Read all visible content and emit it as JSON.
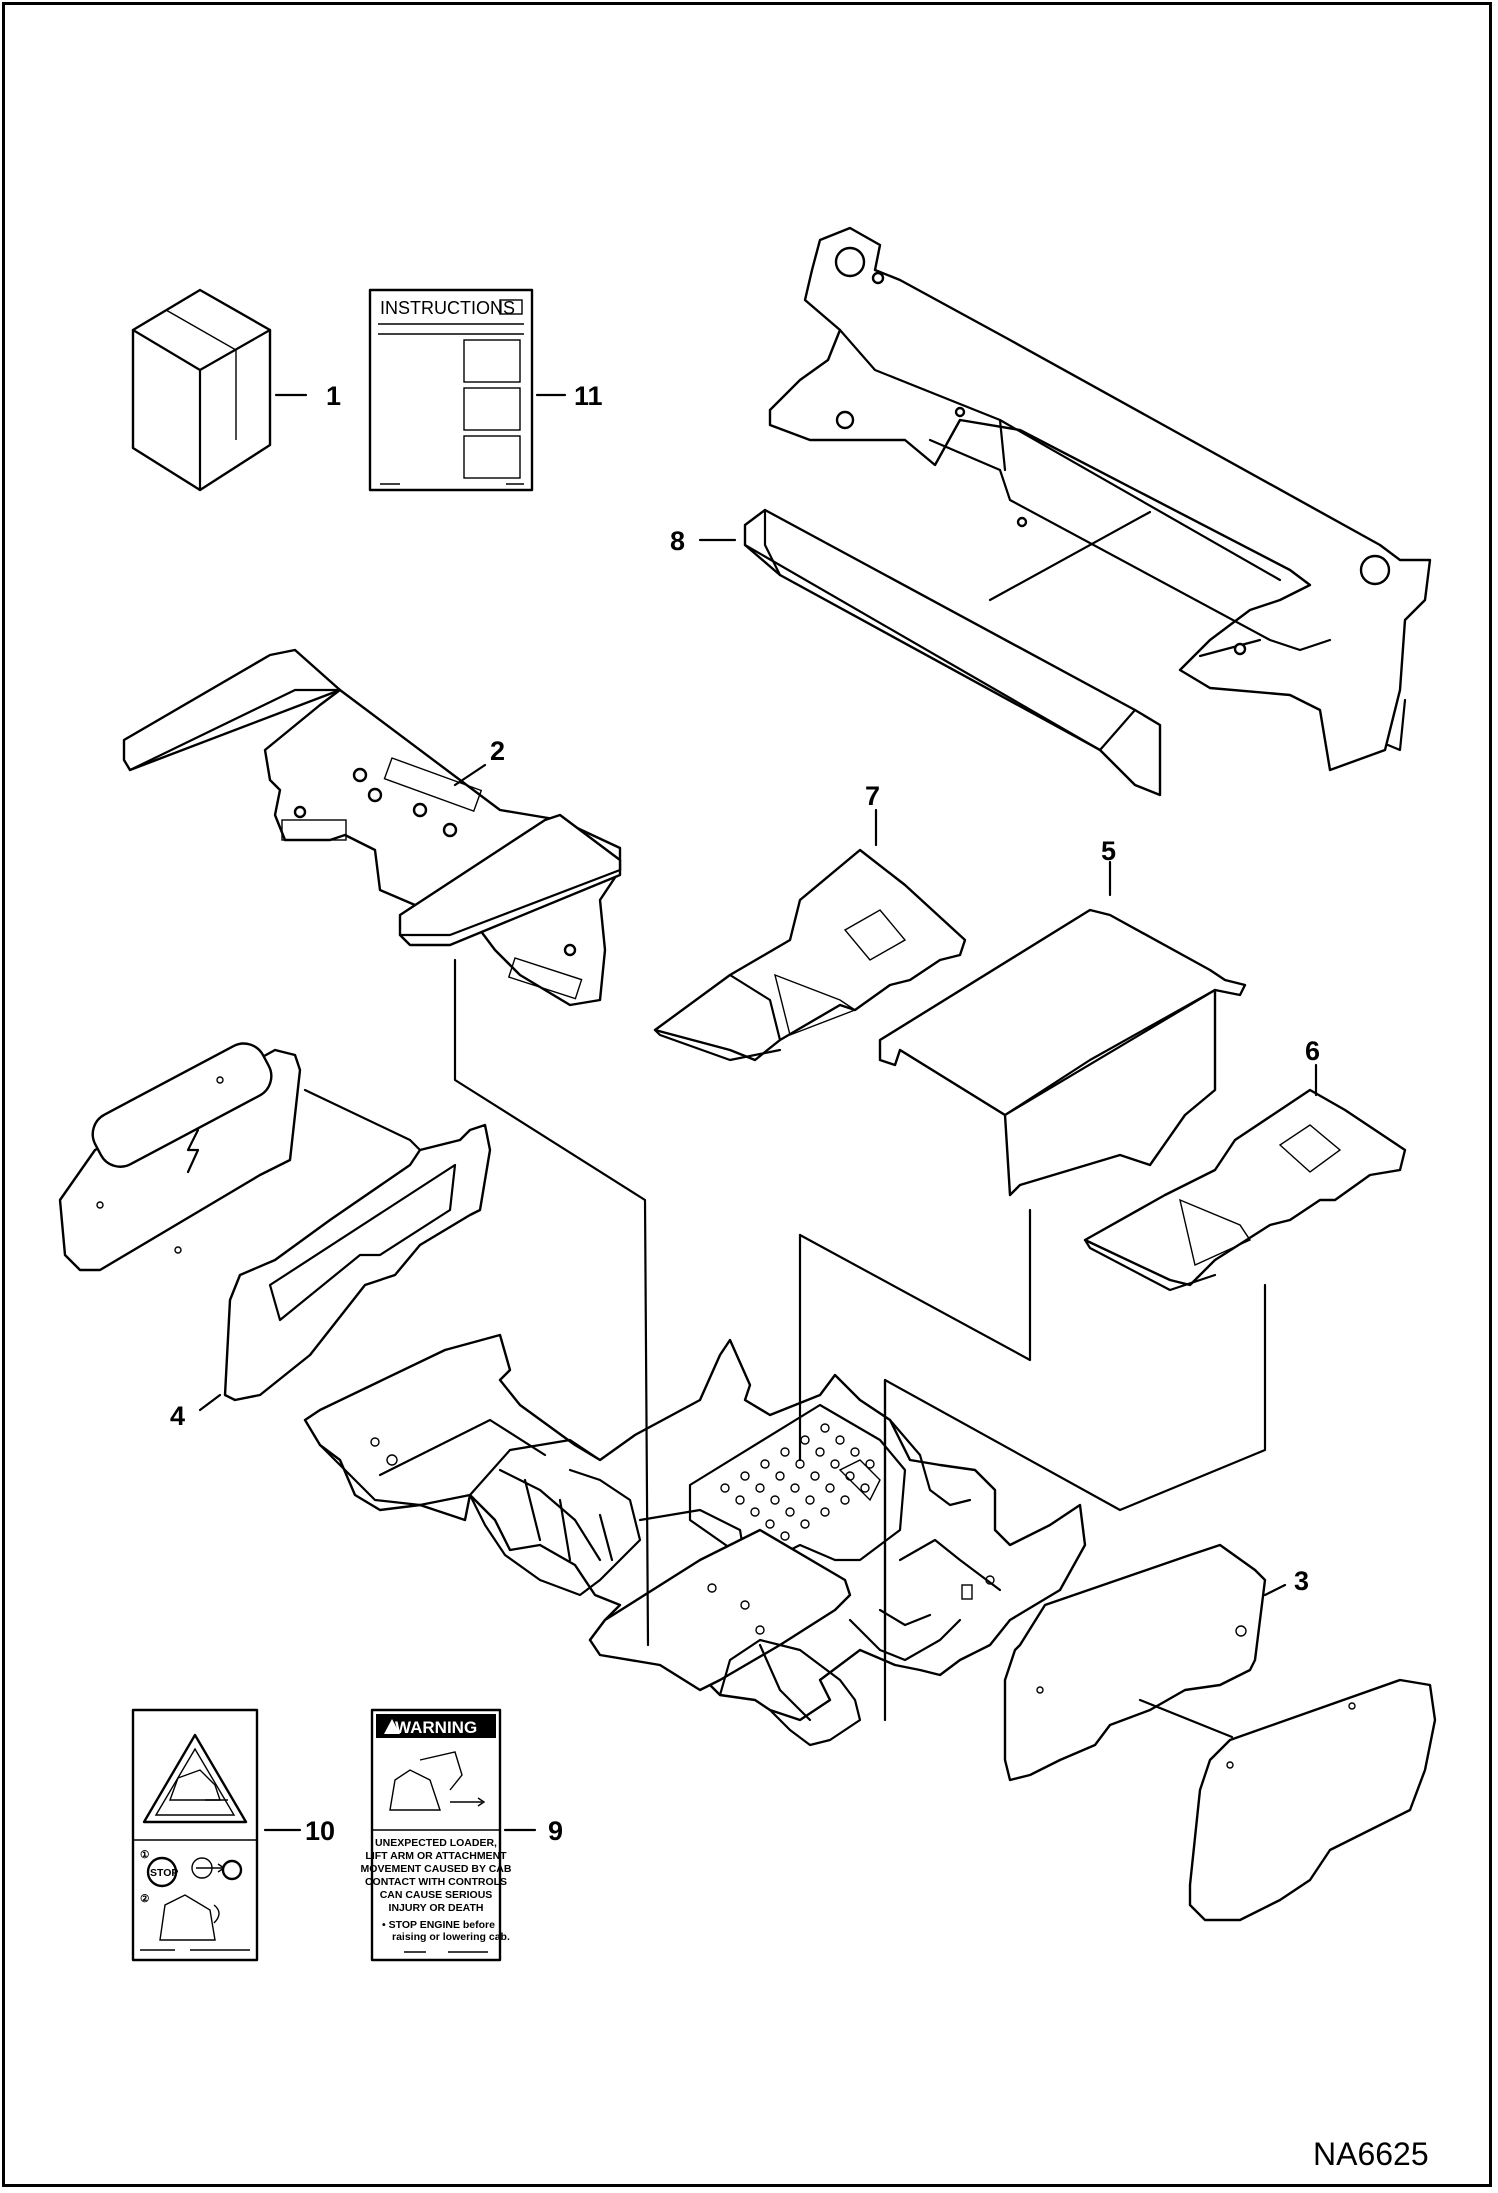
{
  "figure_id": "NA6625",
  "callouts": [
    "1",
    "2",
    "3",
    "4",
    "5",
    "6",
    "7",
    "8",
    "9",
    "10",
    "11"
  ],
  "instructions_sheet": {
    "heading": "INSTRUCTIONS"
  },
  "warning_decal": {
    "header": "WARNING",
    "text_lines": [
      "UNEXPECTED LOADER,",
      "LIFT ARM OR ATTACHMENT",
      "MOVEMENT CAUSED BY CAB",
      "CONTACT WITH CONTROLS",
      "CAN CAUSE SERIOUS",
      "INJURY OR DEATH"
    ],
    "bullet_lines": [
      "• STOP ENGINE before",
      "raising or lowering cab."
    ]
  },
  "safety_decal": {
    "step_numbers": [
      "①",
      "②"
    ],
    "stop_label": "STOP"
  }
}
